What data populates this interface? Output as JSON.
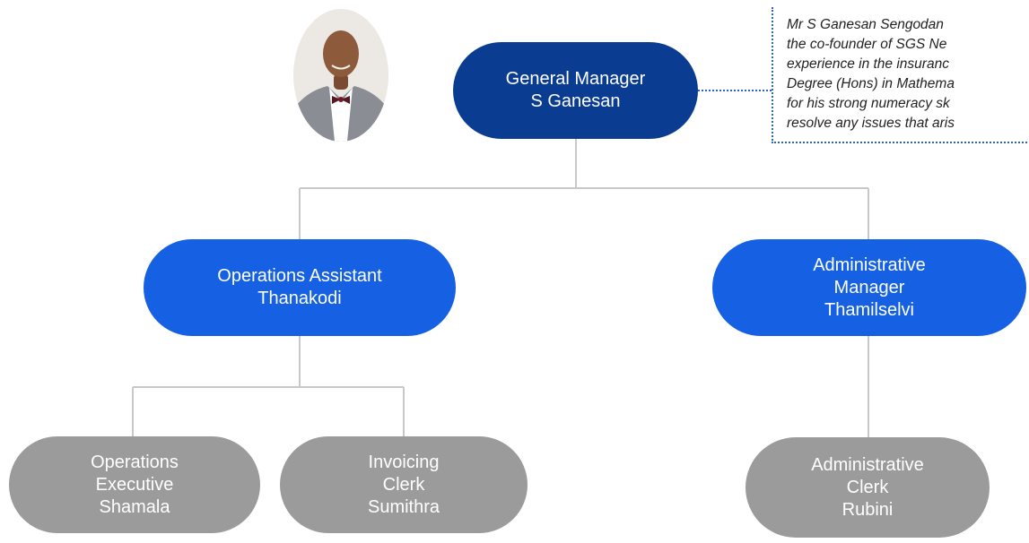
{
  "general_manager": {
    "lines": [
      "General Manager",
      "S Ganesan"
    ]
  },
  "operations_assistant": {
    "lines": [
      "Operations Assistant",
      "Thanakodi"
    ]
  },
  "administrative_manager": {
    "lines": [
      "Administrative",
      "Manager",
      "Thamilselvi"
    ]
  },
  "operations_executive": {
    "lines": [
      "Operations",
      "Executive",
      "Shamala"
    ]
  },
  "invoicing_clerk": {
    "lines": [
      "Invoicing",
      "Clerk",
      "Sumithra"
    ]
  },
  "administrative_clerk": {
    "lines": [
      "Administrative",
      "Clerk",
      "Rubini"
    ]
  },
  "bio_text": "Mr S Ganesan Sengodan\nthe co-founder of SGS Ne\nexperience in the insuranc\nDegree (Hons) in Mathema\nfor his strong numeracy sk\nresolve any issues that aris",
  "colors": {
    "top_level": "#0a3d91",
    "second_level": "#1560e3",
    "third_level": "#9b9b9b",
    "connector": "#c8c8c8",
    "callout_dots": "#2a64c5"
  }
}
